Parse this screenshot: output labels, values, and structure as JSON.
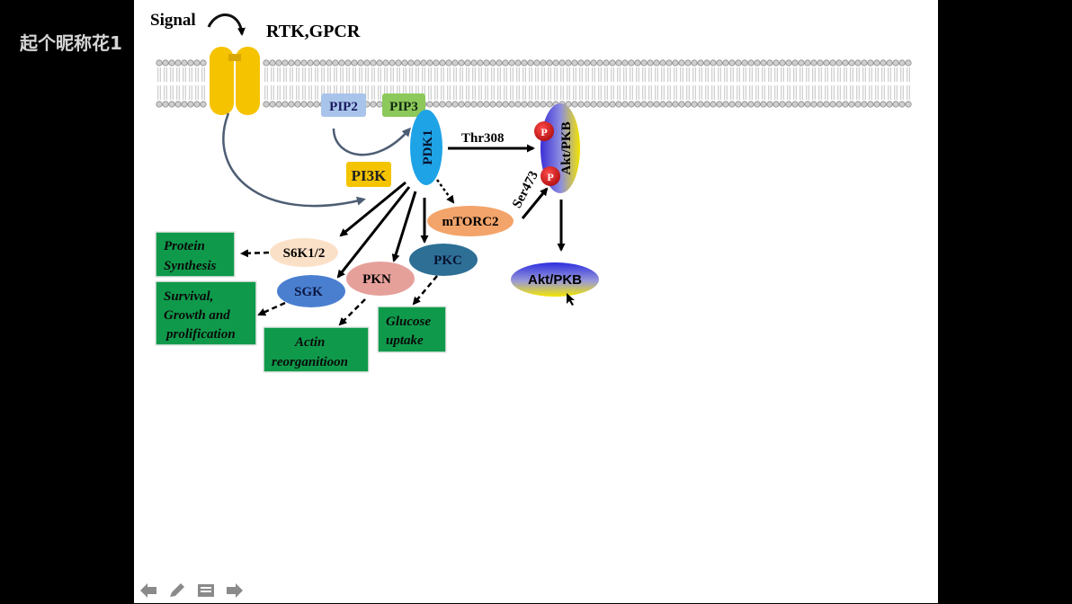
{
  "watermark": "起个昵称花1",
  "labels": {
    "signal": "Signal",
    "receptor": "RTK,GPCR",
    "pip2": "PIP2",
    "pip3": "PIP3",
    "pdk1": "PDK1",
    "pi3k": "PI3K",
    "thr308": "Thr308",
    "ser473": "Ser473",
    "akt_membrane": "Akt/PKB",
    "p": "P",
    "mtorc2": "mTORC2",
    "s6k": "S6K1/2",
    "sgk": "SGK",
    "pkn": "PKN",
    "pkc": "PKC",
    "akt_free": "Akt/PKB"
  },
  "outcomes": {
    "protein_synthesis": [
      "Protein",
      "Synthesis"
    ],
    "survival": [
      "Survival,",
      "Growth and",
      "prolification"
    ],
    "actin": [
      "Actin",
      "reorganitioon"
    ],
    "glucose": [
      "Glucose",
      "uptake"
    ]
  },
  "colors": {
    "receptor": "#f6c300",
    "pip2": "#a9c4ea",
    "pip3": "#8dc85a",
    "pdk1": "#1ea3e6",
    "pi3k": "#f5c400",
    "outcome_box": "#0f9a4b",
    "s6k": "#fbe0c8",
    "sgk": "#4a7fd0",
    "pkn": "#e6a09a",
    "pkc": "#2e6f96",
    "mtorc2": "#f3a46a",
    "phospho": "#cc1b1b"
  },
  "nav_icons": [
    "arrow-left-icon",
    "pen-icon",
    "menu-icon",
    "arrow-right-icon"
  ]
}
